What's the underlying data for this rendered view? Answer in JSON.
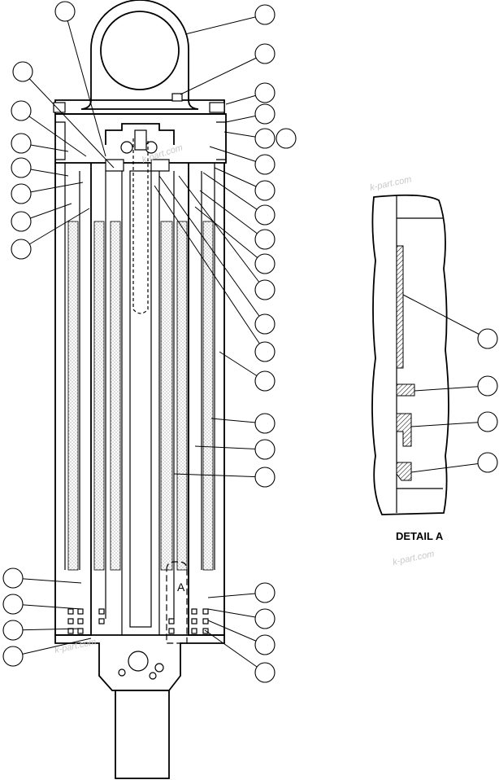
{
  "detail_caption": "DETAIL A",
  "section_marker": "A",
  "watermarks": [
    "k-part.com",
    "k-part.com",
    "k-part.com",
    "k-part.com"
  ]
}
